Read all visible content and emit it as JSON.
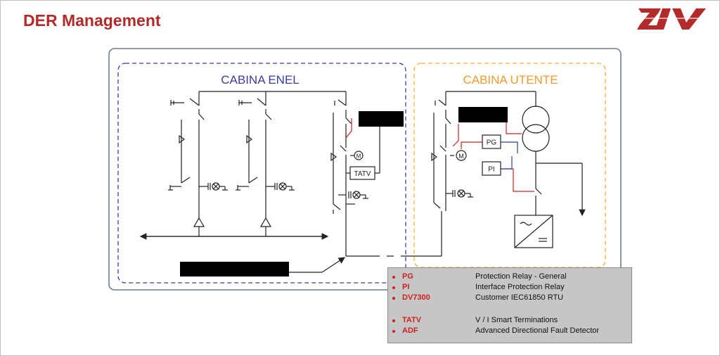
{
  "slide": {
    "title": "DER Management"
  },
  "logo": {
    "name": "ziv-logo",
    "color": "#b22a2a"
  },
  "diagram": {
    "left_section_label": "CABINA ENEL",
    "right_section_label": "CABINA UTENTE",
    "left_section_color": "#3c3c9e",
    "right_section_color": "#f0a030",
    "wire_color": "#222222",
    "signal_red": "#d02020",
    "signal_blue": "#3040a0",
    "device_labels": {
      "tatv": "TATV",
      "pg": "PG",
      "pi": "PI",
      "motor": "M"
    }
  },
  "legend": {
    "items": [
      {
        "abbr": "PG",
        "desc": "Protection Relay - General"
      },
      {
        "abbr": "PI",
        "desc": "Interface Protection Relay"
      },
      {
        "abbr": "DV7300",
        "desc": "Customer IEC61850 RTU"
      },
      {
        "abbr": "TATV",
        "desc": "V / I Smart Terminations"
      },
      {
        "abbr": "ADF",
        "desc": "Advanced Directional Fault Detector"
      }
    ]
  }
}
